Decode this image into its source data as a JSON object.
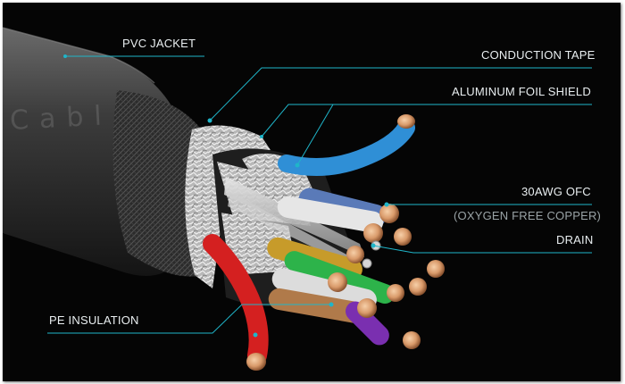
{
  "brand_text": "Cabl",
  "labels": {
    "pvc_jacket": "PVC JACKET",
    "conduction_tape": "CONDUCTION TAPE",
    "aluminum_foil_shield": "ALUMINUM FOIL SHIELD",
    "conductor": "30AWG OFC",
    "conductor_note": "(OXYGEN FREE COPPER)",
    "drain": "DRAIN",
    "pe_insulation": "PE INSULATION"
  },
  "colors": {
    "leader_line": "#1fb5c9",
    "blue_wire": "#2f8fd6",
    "red_wire": "#d42020",
    "green_wire": "#2db34a",
    "purple_wire": "#7a2fb0",
    "copper": "#d99a6a"
  }
}
